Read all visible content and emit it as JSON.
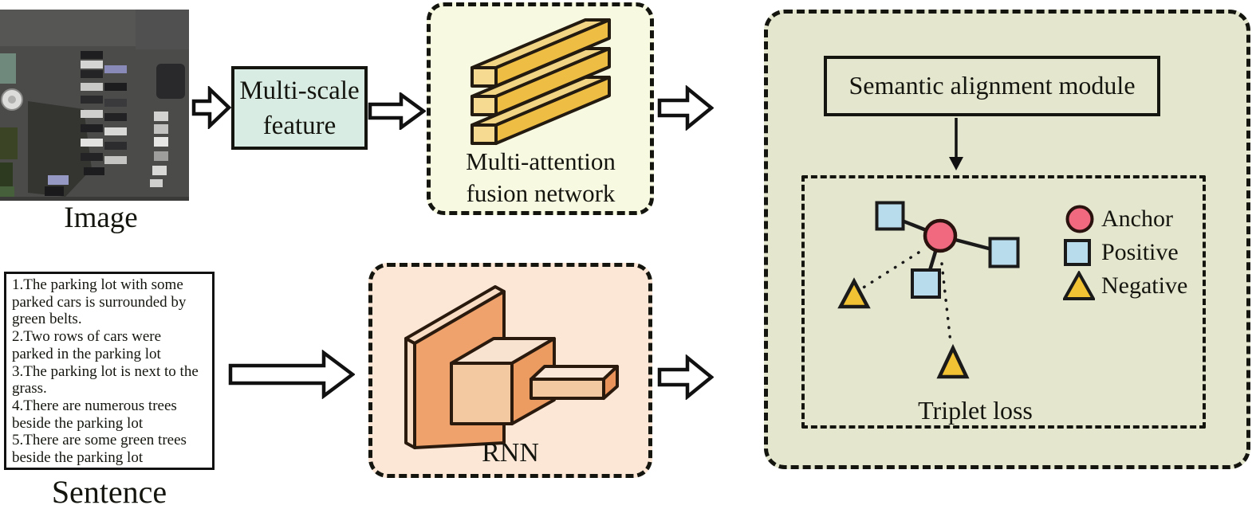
{
  "figure": {
    "left_column": {
      "image_label": "Image",
      "sentence_label": "Sentence",
      "sentences_text": "1.The parking lot with some\nparked cars is surrounded by\ngreen belts.\n2.Two rows of cars were\nparked in the parking lot\n3.The parking lot is next to the\ngrass.\n4.There are numerous trees\nbeside the parking lot\n5.There are some green trees\nbeside the parking lot"
    },
    "pipeline": {
      "multiscale_label": "Multi-scale\nfeature",
      "fusion_label": "Multi-attention\nfusion network",
      "rnn_label": "RNN"
    },
    "alignment": {
      "sam_label": "Semantic alignment module",
      "triplet_label": "Triplet loss",
      "legend": [
        {
          "marker": "anchor-circle-icon",
          "label": "Anchor"
        },
        {
          "marker": "positive-square-icon",
          "label": "Positive"
        },
        {
          "marker": "negative-triangle-icon",
          "label": "Negative"
        }
      ]
    },
    "icons": {
      "flow_arrows": "block-arrow-right-icon",
      "attention_icon": "stacked-bars-icon",
      "rnn_icon": "3d-blocks-icon",
      "sam_to_triplet": "down-arrow-icon"
    },
    "colors": {
      "anchor_pink": "#f0697e",
      "positive_blue": "#b9dcec",
      "negative_yellow": "#f0c234",
      "alignment_bg": "#e4e6ce",
      "fusion_bg": "#f8f9e1",
      "rnn_bg": "#fce7d6",
      "multiscale_bg": "#d8ece3"
    }
  }
}
